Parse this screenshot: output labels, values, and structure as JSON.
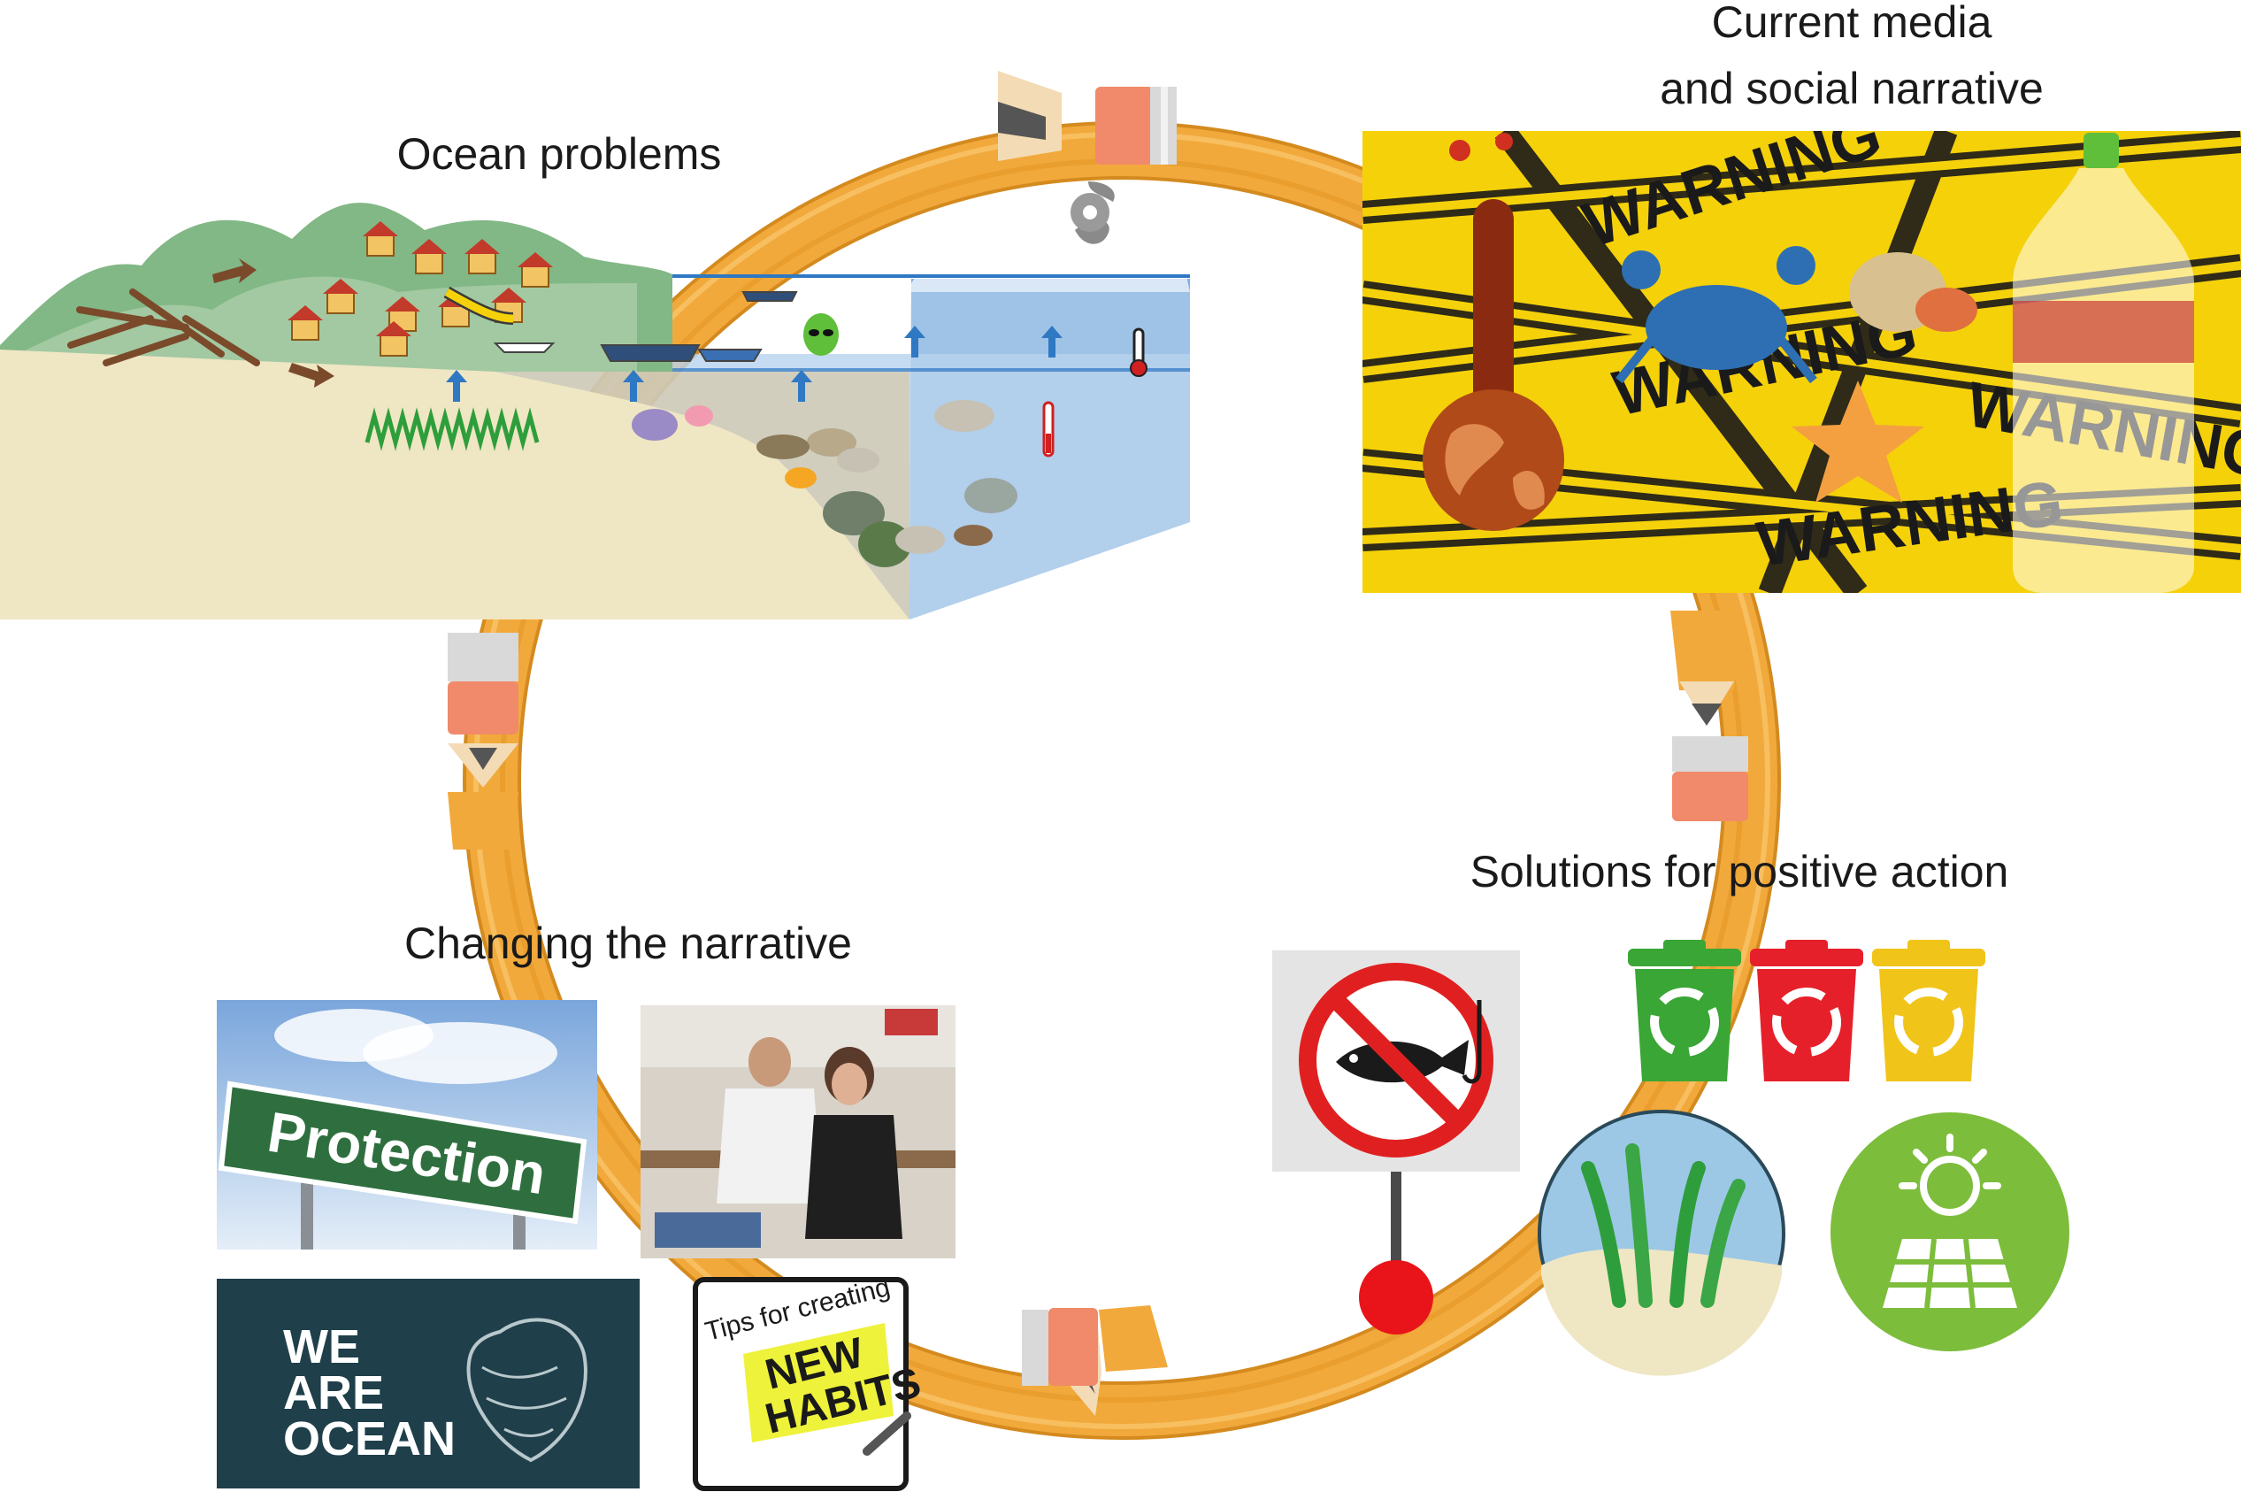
{
  "labels": {
    "ocean_problems": "Ocean problems",
    "current_media_line1": "Current media",
    "current_media_line2": "and social narrative",
    "solutions": "Solutions for positive action",
    "changing": "Changing the narrative"
  },
  "media_images": {
    "warning_word": "WARNING"
  },
  "narrative_images": {
    "protection_sign": "Protection",
    "we_are_ocean_line1": "WE",
    "we_are_ocean_line2": "ARE",
    "we_are_ocean_line3": "OCEAN",
    "tips_line1": "Tips for creating",
    "tips_line2": "NEW",
    "tips_line3": "HABITS"
  },
  "icons": {
    "cycle": "pencil-cycle-arrows",
    "no_fishing": "no-fishing-sign-icon",
    "recycle_bins": "recycle-bins-icon",
    "seagrass": "seagrass-circle-icon",
    "solar": "solar-panel-icon"
  },
  "colors": {
    "pencil_body": "#f2a93b",
    "pencil_eraser": "#f08a6a",
    "warning_yellow": "#f5d10a",
    "bin_green": "#3aa635",
    "bin_red": "#e6202a",
    "bin_yellow": "#f0c419",
    "sea_blue": "#a9c8e8",
    "solar_green": "#7cbd3c"
  }
}
